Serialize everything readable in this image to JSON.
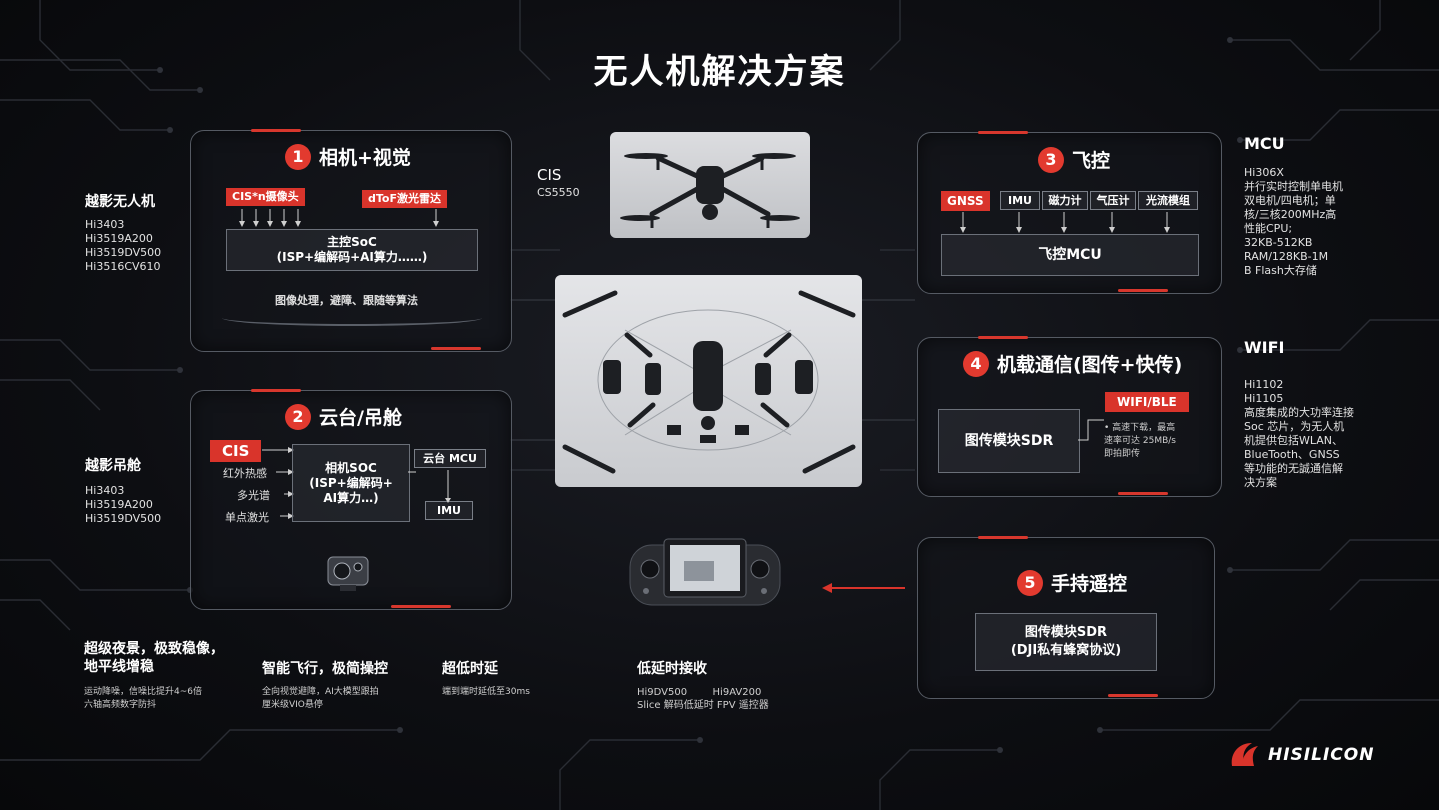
{
  "title": "无人机解决方案",
  "camera": {
    "num": "1",
    "heading": "相机+视觉",
    "tag_camera": "CIS*n摄像头",
    "tag_dtof": "dToF激光雷达",
    "soc_line1": "主控SoC",
    "soc_line2": "(ISP+编解码+AI算力……)",
    "caption": "图像处理，避障、跟随等算法"
  },
  "gimbal": {
    "num": "2",
    "heading": "云台/吊舱",
    "cis": "CIS",
    "inputs": [
      "红外热感",
      "多光谱",
      "单点激光"
    ],
    "soc_line1": "相机SOC",
    "soc_line2": "(ISP+编解码+",
    "soc_line3": "AI算力…)",
    "mcu": "云台 MCU",
    "imu": "IMU"
  },
  "flight": {
    "num": "3",
    "heading": "飞控",
    "sensors": [
      "GNSS",
      "IMU",
      "磁力计",
      "气压计",
      "光流模组"
    ],
    "mcu": "飞控MCU"
  },
  "comm": {
    "num": "4",
    "heading": "机载通信(图传+快传)",
    "sdr": "图传模块SDR",
    "wifi_tag": "WIFI/BLE",
    "note_line1": "• 高速下载，最高",
    "note_line2": "速率可达 25MB/s",
    "note_line3": "即拍即传"
  },
  "remote": {
    "num": "5",
    "heading": "手持遥控",
    "sdr_line1": "图传模块SDR",
    "sdr_line2": "(DJI私有蜂窝协议)"
  },
  "cis_side": {
    "title": "CIS",
    "model": "CS5550"
  },
  "left_drone": {
    "heading": "越影无人机",
    "models": [
      "Hi3403",
      "Hi3519A200",
      "Hi3519DV500",
      "Hi3516CV610"
    ]
  },
  "left_pod": {
    "heading": "越影吊舱",
    "models": [
      "Hi3403",
      "Hi3519A200",
      "Hi3519DV500"
    ]
  },
  "mcu_side": {
    "heading": "MCU",
    "lines": [
      "Hi306X",
      "并行实时控制单电机",
      "双电机/四电机；单",
      "核/三核200MHz高",
      "性能CPU;",
      "32KB-512KB",
      "RAM/128KB-1M",
      "B Flash大存储"
    ]
  },
  "wifi_side": {
    "heading": "WIFI",
    "lines": [
      "Hi1102",
      "Hi1105",
      "高度集成的大功率连接",
      "Soc 芯片，为无人机",
      "机提供包括WLAN、",
      "BlueTooth、GNSS",
      "等功能的无誠通信解",
      "决方案"
    ]
  },
  "features": [
    {
      "h1": "超级夜景，极致稳像，",
      "h2": "地平线增稳",
      "t1": "运动降噪，信噪比提升4~6倍",
      "t2": "六轴高频数字防抖"
    },
    {
      "h1": "智能飞行，极简操控",
      "h2": "",
      "t1": "全向视觉避障，AI大模型跟拍",
      "t2": "厘米级VIO悬停"
    },
    {
      "h1": "超低时延",
      "h2": "",
      "t1": "端到端时延低至30ms",
      "t2": ""
    },
    {
      "h1": "低延时接收",
      "h2": "",
      "t1": "Hi9DV500        Hi9AV200",
      "t2": "Slice 解码低延时 FPV 遥控器"
    }
  ],
  "brand": "HISILICON",
  "colors": {
    "accent": "#d9342b",
    "background": "#0b0c10",
    "panel_border": "#555a63"
  }
}
